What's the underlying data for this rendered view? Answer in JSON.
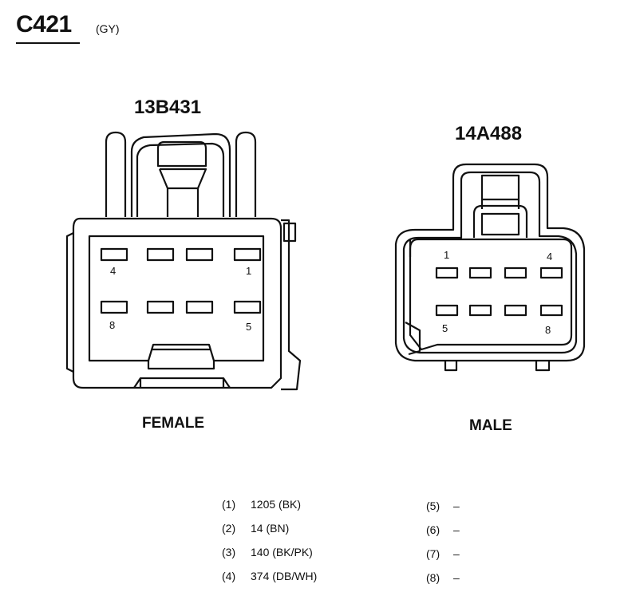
{
  "header": {
    "connector_id": "C421",
    "color_code": "(GY)"
  },
  "female": {
    "part_number": "13B431",
    "label": "FEMALE",
    "pin_labels": {
      "p4": "4",
      "p1": "1",
      "p8": "8",
      "p5": "5"
    }
  },
  "male": {
    "part_number": "14A488",
    "label": "MALE",
    "pin_labels": {
      "p1": "1",
      "p4": "4",
      "p5": "5",
      "p8": "8"
    }
  },
  "pinout": [
    {
      "pin": "(1)",
      "circuit": "1205 (BK)"
    },
    {
      "pin": "(2)",
      "circuit": "14 (BN)"
    },
    {
      "pin": "(3)",
      "circuit": "140 (BK/PK)"
    },
    {
      "pin": "(4)",
      "circuit": "374 (DB/WH)"
    },
    {
      "pin": "(5)",
      "circuit": "–"
    },
    {
      "pin": "(6)",
      "circuit": "–"
    },
    {
      "pin": "(7)",
      "circuit": "–"
    },
    {
      "pin": "(8)",
      "circuit": "–"
    }
  ]
}
